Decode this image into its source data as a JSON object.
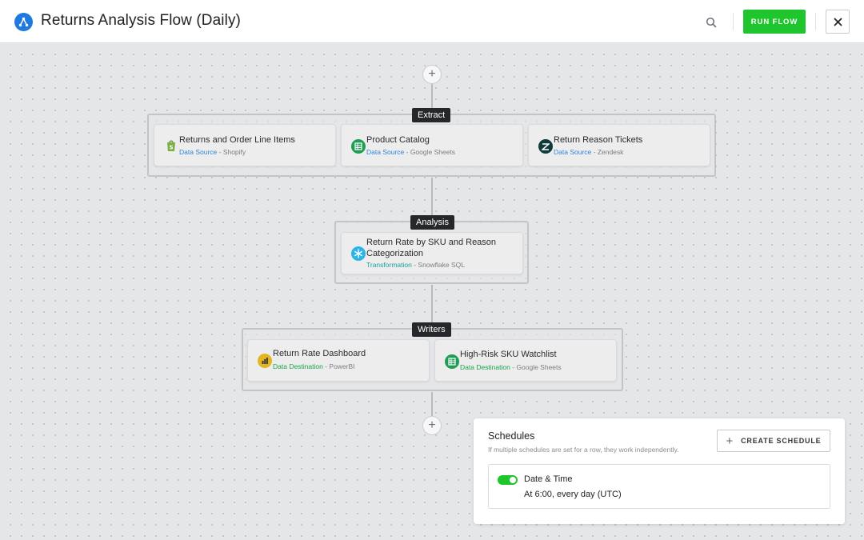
{
  "header": {
    "title": "Returns Analysis Flow (Daily)",
    "logo_icon": "flow-logo-icon",
    "run_label": "RUN FLOW",
    "close_label": "✕",
    "accent_color": "#1fc52d",
    "brand_color": "#1f7ae0"
  },
  "canvas": {
    "add_top_label": "+",
    "add_bottom_label": "+",
    "groups": {
      "extract": {
        "label": "Extract",
        "cards": [
          {
            "title": "Returns and Order Line Items",
            "type": "Data Source",
            "sep": " - ",
            "service": "Shopify",
            "icon": "shopify-icon"
          },
          {
            "title": "Product Catalog",
            "type": "Data Source",
            "sep": " - ",
            "service": "Google Sheets",
            "icon": "google-sheets-icon"
          },
          {
            "title": "Return Reason Tickets",
            "type": "Data Source",
            "sep": " - ",
            "service": "Zendesk",
            "icon": "zendesk-icon"
          }
        ]
      },
      "analysis": {
        "label": "Analysis",
        "cards": [
          {
            "title": "Return Rate by SKU and Reason Categorization",
            "type": "Transformation",
            "sep": " - ",
            "service": "Snowflake SQL",
            "icon": "snowflake-icon"
          }
        ]
      },
      "writers": {
        "label": "Writers",
        "cards": [
          {
            "title": "Return Rate Dashboard",
            "type": "Data Destination",
            "sep": " - ",
            "service": "PowerBI",
            "icon": "powerbi-icon"
          },
          {
            "title": "High-Risk SKU Watchlist",
            "type": "Data Destination",
            "sep": " - ",
            "service": "Google Sheets",
            "icon": "google-sheets-icon"
          }
        ]
      }
    }
  },
  "schedules": {
    "title": "Schedules",
    "hint": "If multiple schedules are set for a row, they work independently.",
    "create_plus": "+",
    "create_label": "CREATE SCHEDULE",
    "items": [
      {
        "title": "Date & Time",
        "description": "At 6:00, every day (UTC)",
        "enabled": true
      }
    ]
  }
}
